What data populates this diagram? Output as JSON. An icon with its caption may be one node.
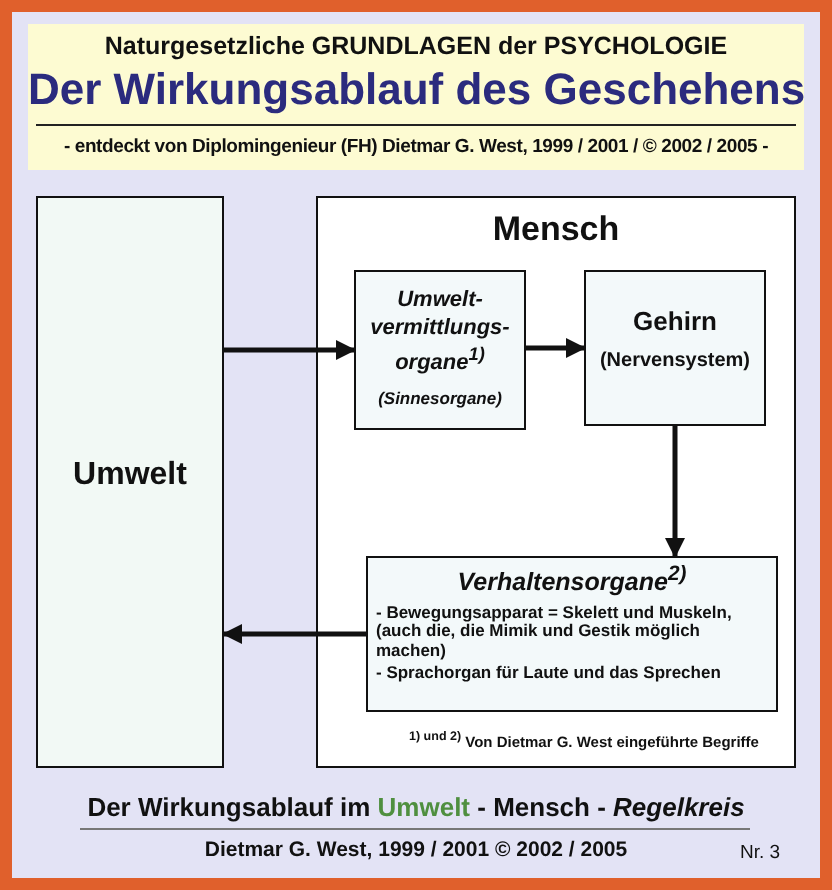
{
  "diagram": {
    "title": "Der Wirkungsablauf des Geschehens",
    "nodes": [
      {
        "text": [
          "Umwelt"
        ]
      },
      {
        "text": [
          "Mensch"
        ]
      },
      {
        "text": [
          "Umwelt-vermittlungs-organe$^{1)}$",
          "(Sinnesorgane)"
        ],
        "in": 1
      },
      {
        "text": [
          "Gehirn",
          "(Nervensystem)"
        ],
        "in": 1
      },
      {
        "text": [
          "Verhaltensorgane$^{2)}$",
          "- Bewegungsapparat = Skelett und Muskeln, (auch die, die Mimik und Gestik möglich machen)",
          "- Sprachorgan für Laute und das Sprechen"
        ],
        "in": 1
      }
    ],
    "edges": [
      {
        "from": 0,
        "to": 2,
        "arrow": "to"
      },
      {
        "from": 2,
        "to": 3,
        "arrow": "to"
      },
      {
        "from": 3,
        "to": 4,
        "arrow": "to"
      },
      {
        "from": 4,
        "to": 0,
        "arrow": "to"
      }
    ],
    "labels": [
      "Naturgesetzliche GRUNDLAGEN der PSYCHOLOGIE",
      "- entdeckt von Diplomingenieur (FH) Dietmar G. West, 1999 / 2001 / © 2002 / 2005 -",
      "$^{1) und 2)}$ Von Dietmar G. West eingeführte Begriffe",
      "Der Wirkungsablauf im",
      "Umwelt",
      "- Mensch - *Regelkreis*",
      "Dietmar G. West, 1999 / 2001 © 2002 / 2005",
      "Nr. 3"
    ]
  }
}
